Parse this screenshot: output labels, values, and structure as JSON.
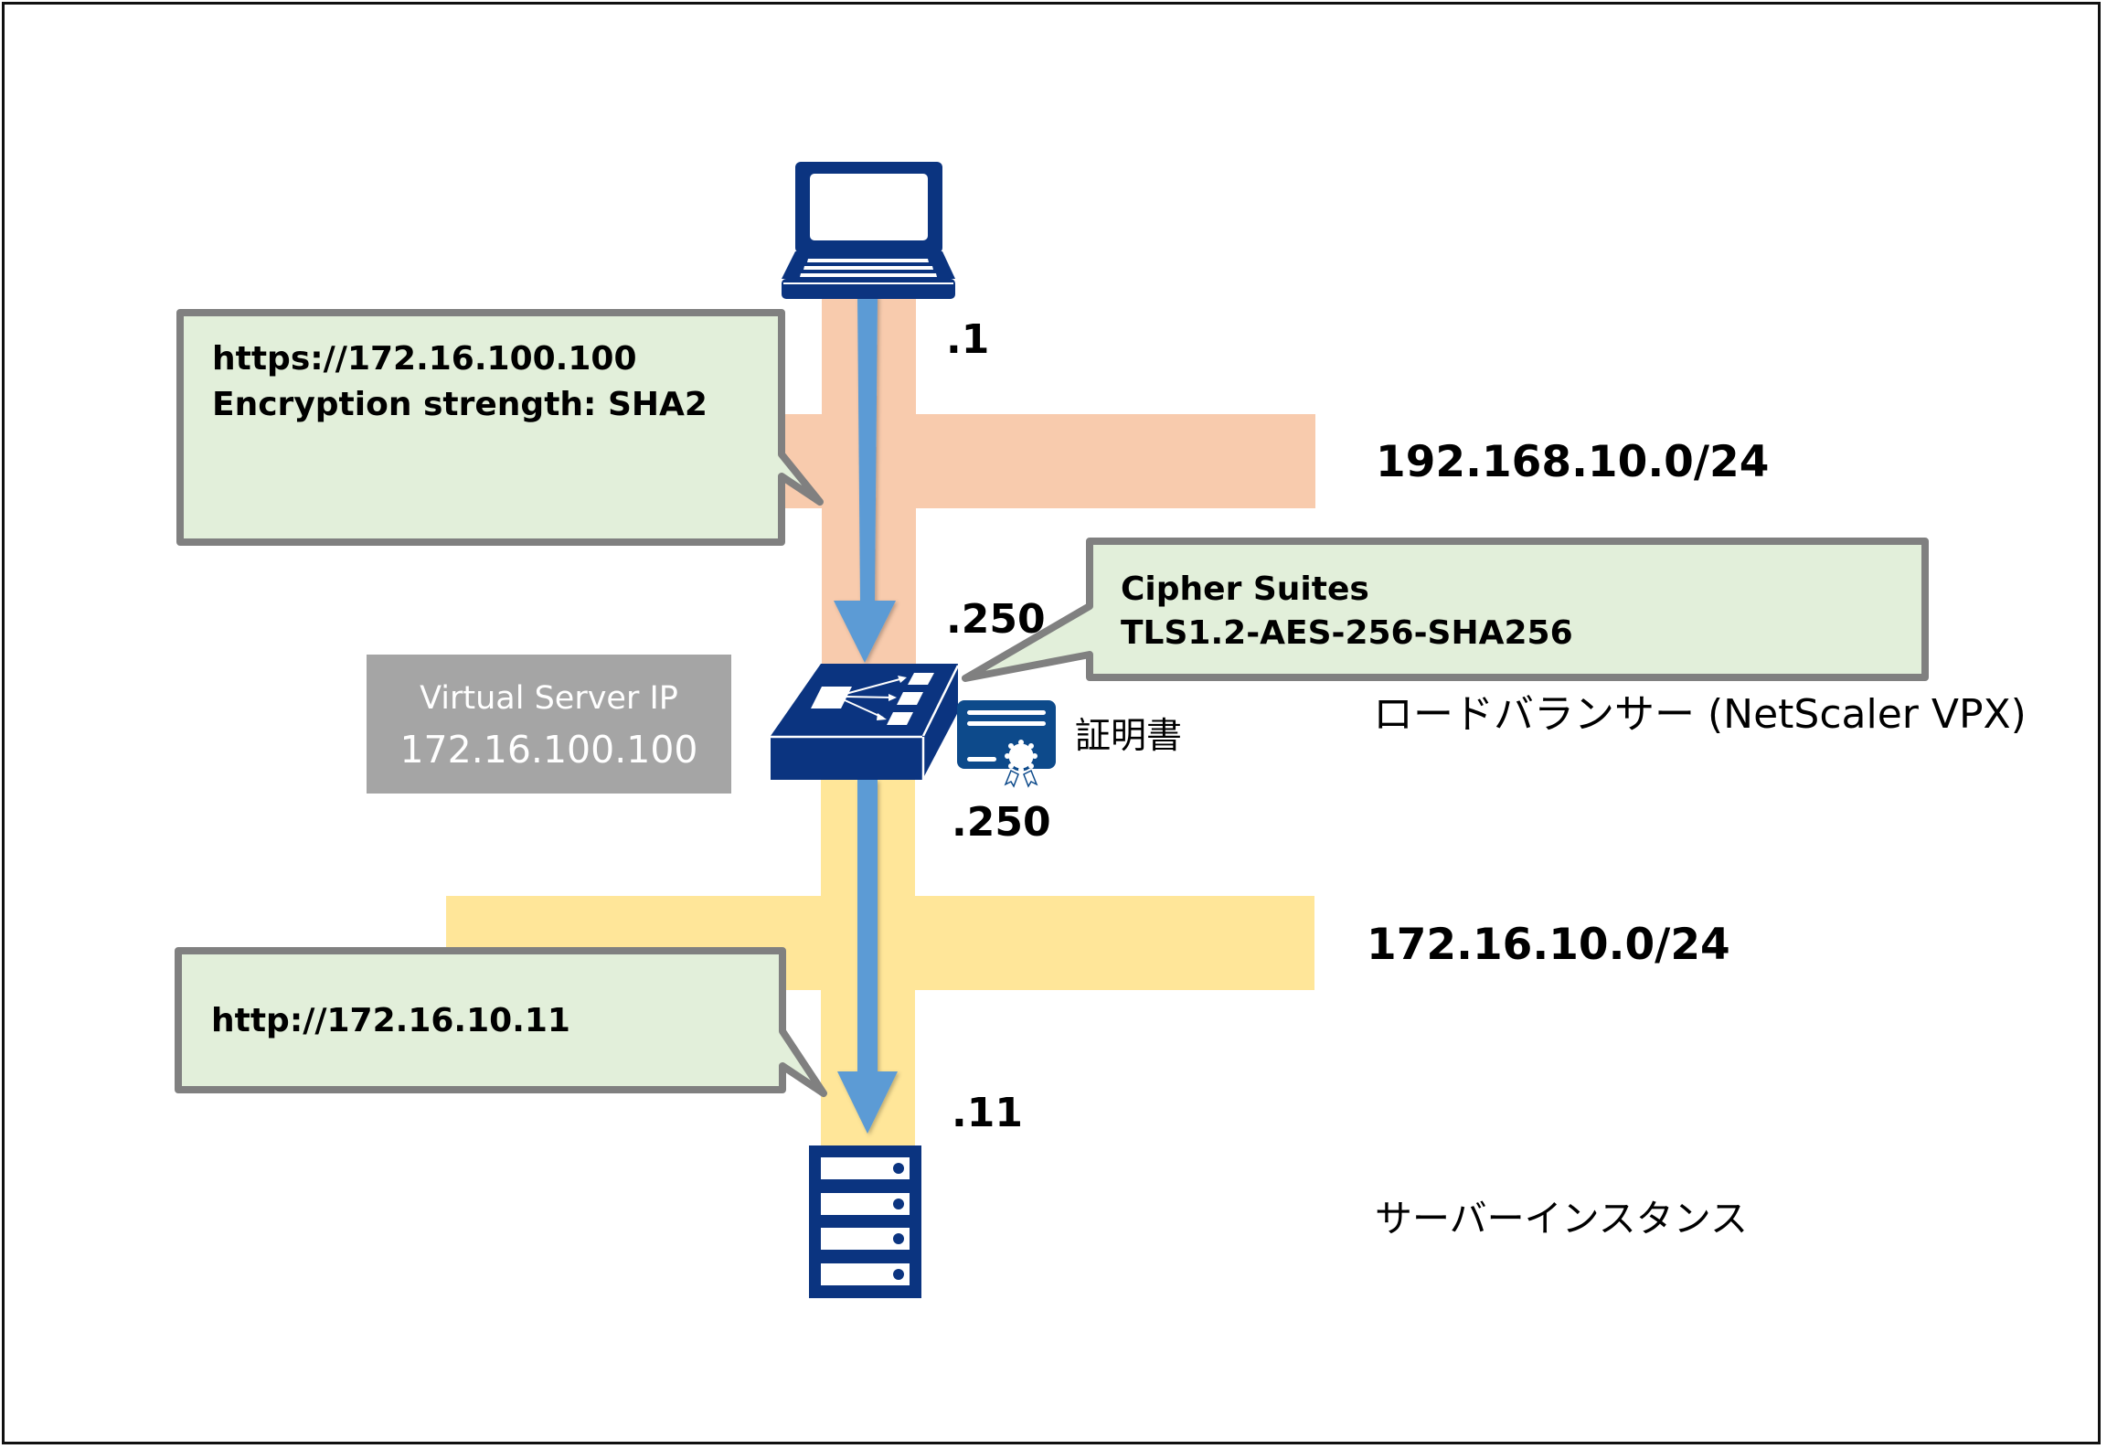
{
  "colors": {
    "upper_network": "#f8cbad",
    "lower_network": "#ffe699",
    "flow_arrow": "#5b9bd5",
    "device_blue": "#0b3480",
    "certificate_blue": "#0d4a8b",
    "callout_fill": "#e2efda",
    "callout_border": "#808080",
    "virtual_server_box": "#a5a5a5"
  },
  "client": {
    "icon": "laptop-icon",
    "host_octet": ".1"
  },
  "client_callout": {
    "line1": "https://172.16.100.100",
    "line2": "Encryption strength: SHA2"
  },
  "upper_network": {
    "cidr": "192.168.10.0/24"
  },
  "load_balancer": {
    "icon": "load-balancer-switch-icon",
    "upper_octet": ".250",
    "lower_octet": ".250",
    "label": "ロードバランサー (NetScaler VPX)",
    "certificate_icon": "certificate-icon",
    "certificate_label": "証明書"
  },
  "cipher_callout": {
    "line1": "Cipher Suites",
    "line2": "TLS1.2-AES-256-SHA256"
  },
  "virtual_server": {
    "title": "Virtual Server IP",
    "ip": "172.16.100.100"
  },
  "lower_network": {
    "cidr": "172.16.10.0/24"
  },
  "server_callout": {
    "line1": "http://172.16.10.11"
  },
  "server": {
    "icon": "server-rack-icon",
    "host_octet": ".11",
    "label": "サーバーインスタンス"
  }
}
